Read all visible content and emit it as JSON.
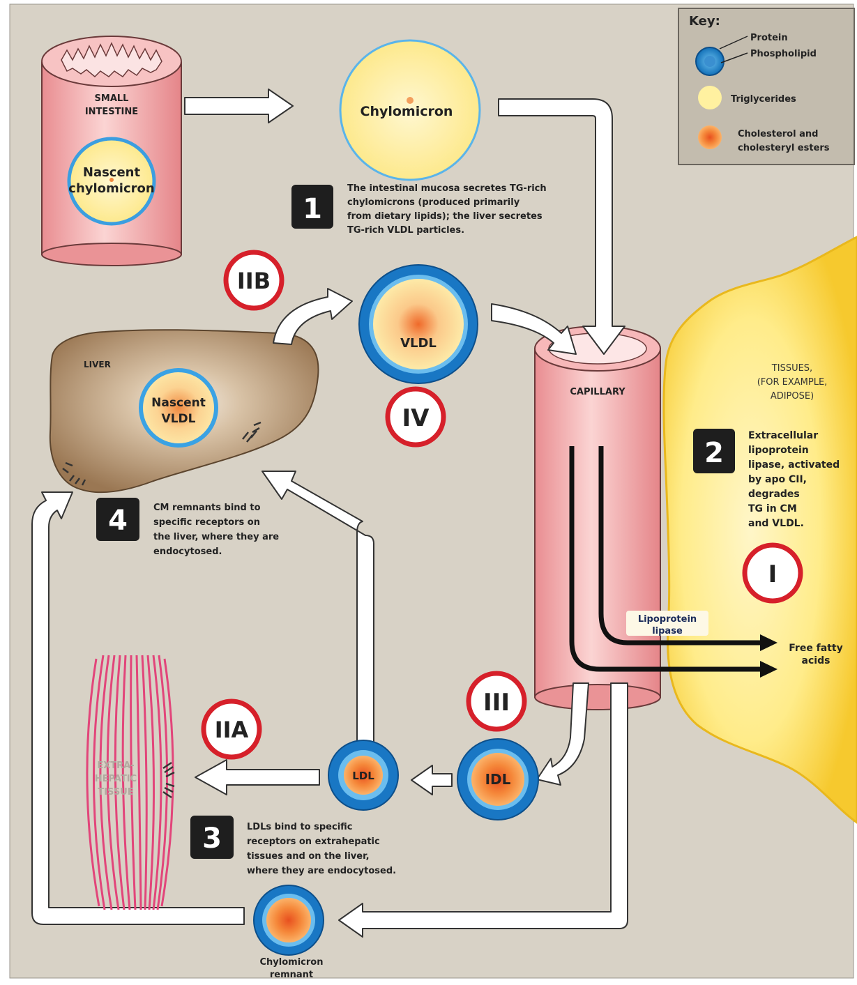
{
  "key": {
    "title": "Key:",
    "protein": "Protein",
    "phospholipid": "Phospholipid",
    "triglycerides": "Triglycerides",
    "cholesterol_line1": "Cholesterol and",
    "cholesterol_line2": "cholesteryl esters"
  },
  "labels": {
    "small_intestine_1": "SMALL",
    "small_intestine_2": "INTESTINE",
    "nascent_chylo_1": "Nascent",
    "nascent_chylo_2": "chylomicron",
    "chylomicron": "Chylomicron",
    "liver": "LIVER",
    "nascent_vldl_1": "Nascent",
    "nascent_vldl_2": "VLDL",
    "vldl": "VLDL",
    "capillary": "CAPILLARY",
    "tissues_1": "TISSUES,",
    "tissues_2": "(FOR EXAMPLE,",
    "tissues_3": "ADIPOSE)",
    "lpl_1": "Lipoprotein",
    "lpl_2": "lipase",
    "ffa_1": "Free fatty",
    "ffa_2": "acids",
    "extra_1": "EXTRA-",
    "extra_2": "HEPATIC",
    "extra_3": "TISSUE",
    "ldl": "LDL",
    "idl": "IDL",
    "remnant_1": "Chylomicron",
    "remnant_2": "remnant"
  },
  "steps": {
    "s1_num": "1",
    "s1_l1": "The intestinal mucosa secretes TG-rich",
    "s1_l2": "chylomicrons (produced primarily",
    "s1_l3": "from dietary lipids); the liver secretes",
    "s1_l4": "TG-rich VLDL particles.",
    "s2_num": "2",
    "s2_l1": "Extracellular",
    "s2_l2": "lipoprotein",
    "s2_l3": "lipase, activated",
    "s2_l4": "by apo CII,",
    "s2_l5": "degrades",
    "s2_l6": "TG in CM",
    "s2_l7": "and VLDL.",
    "s3_num": "3",
    "s3_l1": "LDLs bind to specific",
    "s3_l2": "receptors on extrahepatic",
    "s3_l3": "tissues and on the liver,",
    "s3_l4": "where they are endocytosed.",
    "s4_num": "4",
    "s4_l1": "CM remnants bind to",
    "s4_l2": "specific receptors on",
    "s4_l3": "the liver, where they are",
    "s4_l4": "endocytosed."
  },
  "roman": {
    "iib": "IIB",
    "iv": "IV",
    "i": "I",
    "iii": "III",
    "iia": "IIA"
  },
  "colors": {
    "background": "#d8d2c6",
    "pink": "#f2a7a9",
    "liver": "#a98865",
    "adipose": "#ffd94a",
    "blue": "#1778c2",
    "step_box": "#1e1e1e",
    "roman_ring": "#d6202a"
  }
}
